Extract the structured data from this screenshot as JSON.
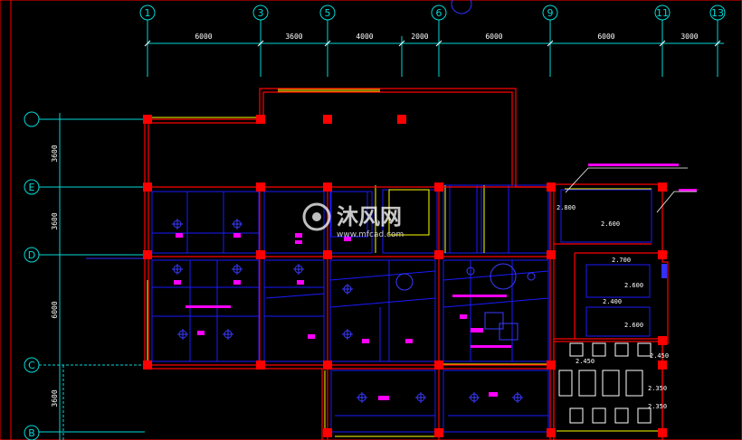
{
  "grid": {
    "columns": [
      "1",
      "3",
      "5",
      "6",
      "9",
      "11",
      "13"
    ],
    "rows": [
      "E",
      "D",
      "C",
      "B"
    ]
  },
  "dimensions": {
    "horizontal": [
      "6000",
      "3600",
      "4000",
      "2000",
      "6000",
      "6000",
      "3000"
    ],
    "vertical": [
      "3600",
      "3600",
      "6000",
      "3600"
    ]
  },
  "elevations": [
    "2.800",
    "2.600",
    "2.700",
    "2.600",
    "2.400",
    "2.600",
    "2.450",
    "2.450",
    "2.350",
    "2.350"
  ],
  "watermark": {
    "brand": "沐风网",
    "url": "www.mfcad.com"
  },
  "colors": {
    "background": "#000000",
    "walls": "#ff0000",
    "grid": "#00e0e0",
    "ceiling": "#0000ff",
    "fixtures": "#ff00ff",
    "windows": "#ffff00"
  }
}
